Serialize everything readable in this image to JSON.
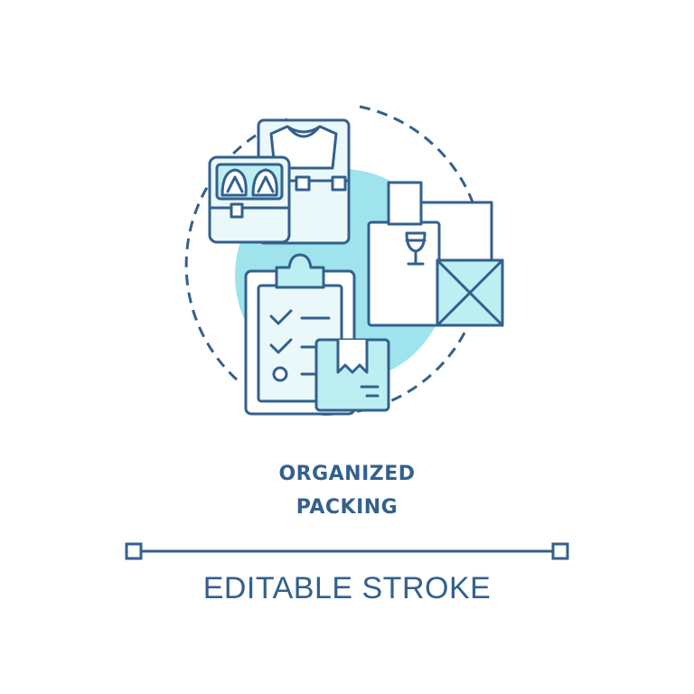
{
  "title": {
    "line1": "ORGANIZED",
    "line2": "PACKING"
  },
  "caption": "EDITABLE STROKE",
  "icons": [
    "suitcase-with-sandals-icon",
    "suitcase-with-shirt-icon",
    "fragile-box-icon",
    "envelope-icon",
    "checklist-clipboard-icon",
    "parcel-box-icon"
  ],
  "colors": {
    "outline": "#33608e",
    "fill": "#bdeef2",
    "accent_circle": "#9fe3ec",
    "text": "#33608e"
  }
}
